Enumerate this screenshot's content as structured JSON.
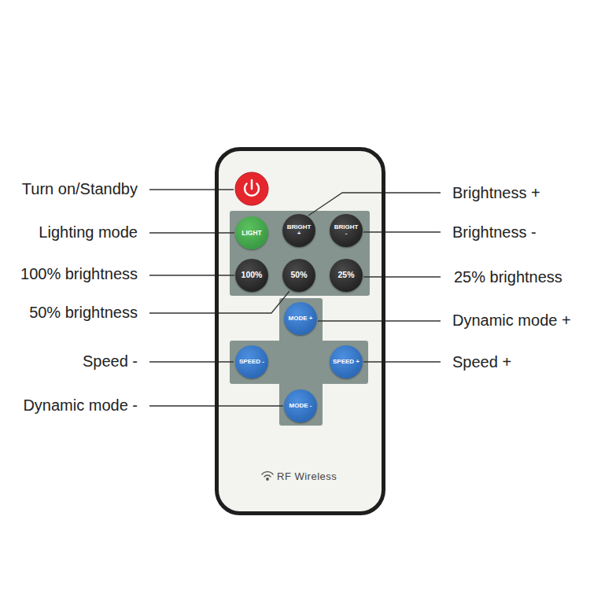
{
  "diagram": {
    "nodes": [
      {
        "text": [
          "RF Wireless"
        ]
      },
      {
        "text": [
          "LIGHT"
        ],
        "in": 0
      },
      {
        "text": [
          "BRIGHT +"
        ],
        "in": 0
      },
      {
        "text": [
          "BRIGHT -"
        ],
        "in": 0
      },
      {
        "text": [
          "100%"
        ],
        "in": 0
      },
      {
        "text": [
          "50%"
        ],
        "in": 0
      },
      {
        "text": [
          "25%"
        ],
        "in": 0
      },
      {
        "text": [
          "MODE +"
        ],
        "in": 0
      },
      {
        "text": [
          "SPEED -"
        ],
        "in": 0
      },
      {
        "text": [
          "SPEED +"
        ],
        "in": 0
      },
      {
        "text": [
          "MODE -"
        ],
        "in": 0
      }
    ],
    "labels": [
      "Turn on/Standby",
      "Brightness +",
      "Lighting mode",
      "Brightness -",
      "100% brightness",
      "25% brightness",
      "50% brightness",
      "Dynamic mode +",
      "Speed -",
      "Speed +",
      "Dynamic mode -"
    ]
  }
}
